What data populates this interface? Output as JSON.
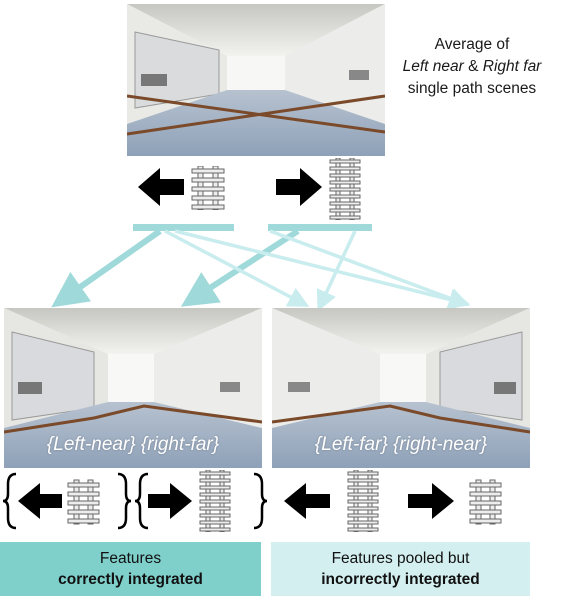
{
  "top": {
    "caption_prefix": "Average of",
    "caption_left": "Left near",
    "caption_amp": " & ",
    "caption_right": "Right far",
    "caption_suffix": "single path scenes"
  },
  "left_panel": {
    "label": "{Left-near} {right-far}"
  },
  "right_panel": {
    "label": "{Left-far} {right-near}"
  },
  "left_box": {
    "line1": "Features",
    "line2": "correctly integrated",
    "color": "#7fcfcb"
  },
  "right_box": {
    "line1": "Features pooled but",
    "line2": "incorrectly integrated",
    "color": "#d4eff0"
  },
  "colors": {
    "strong_arrow": "#9fd9da",
    "light_arrow": "#c9ecee",
    "wall": "#f0f0f0",
    "floor": "#9fb0c4",
    "rail": "#ededed",
    "rail_stroke": "#666666"
  },
  "icons": [
    "left-arrow-icon",
    "right-arrow-icon",
    "track-icon",
    "brace-icon"
  ]
}
